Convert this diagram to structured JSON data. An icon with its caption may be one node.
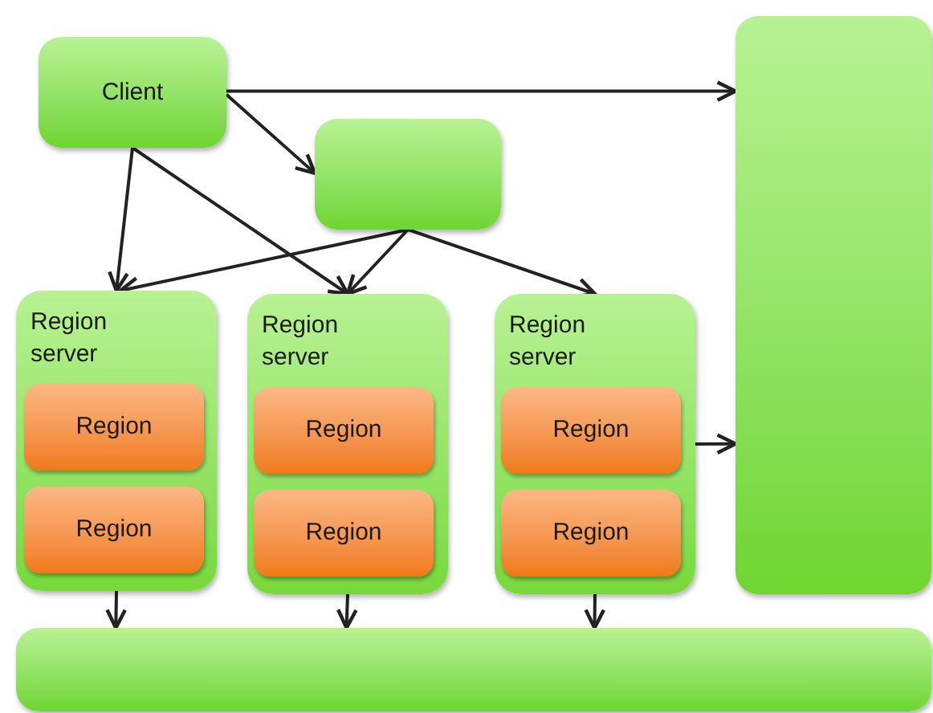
{
  "diagram": {
    "nodes": [
      {
        "text": [
          "Client"
        ]
      },
      {
        "text": [],
        "shape": "box"
      },
      {
        "text": [],
        "shape": "box"
      },
      {
        "text": [
          "Region server"
        ]
      },
      {
        "text": [
          "Region"
        ],
        "in": 3
      },
      {
        "text": [
          "Region"
        ],
        "in": 3
      },
      {
        "text": [
          "Region server"
        ]
      },
      {
        "text": [
          "Region"
        ],
        "in": 6
      },
      {
        "text": [
          "Region"
        ],
        "in": 6
      },
      {
        "text": [
          "Region server"
        ]
      },
      {
        "text": [
          "Region"
        ],
        "in": 9
      },
      {
        "text": [
          "Region"
        ],
        "in": 9
      },
      {
        "text": [],
        "shape": "box"
      }
    ],
    "edges": [
      {
        "from": 0,
        "to": 2,
        "arrow": "to"
      },
      {
        "from": 0,
        "to": 1,
        "arrow": "to"
      },
      {
        "from": 0,
        "to": 3,
        "arrow": "to"
      },
      {
        "from": 0,
        "to": 6,
        "arrow": "to"
      },
      {
        "from": 1,
        "to": 3,
        "arrow": "to"
      },
      {
        "from": 1,
        "to": 6,
        "arrow": "to"
      },
      {
        "from": 1,
        "to": 9,
        "arrow": "to"
      },
      {
        "from": 9,
        "to": 2,
        "arrow": "to"
      },
      {
        "from": 3,
        "to": 12,
        "arrow": "to"
      },
      {
        "from": 6,
        "to": 12,
        "arrow": "to"
      },
      {
        "from": 9,
        "to": 12,
        "arrow": "to"
      }
    ]
  }
}
